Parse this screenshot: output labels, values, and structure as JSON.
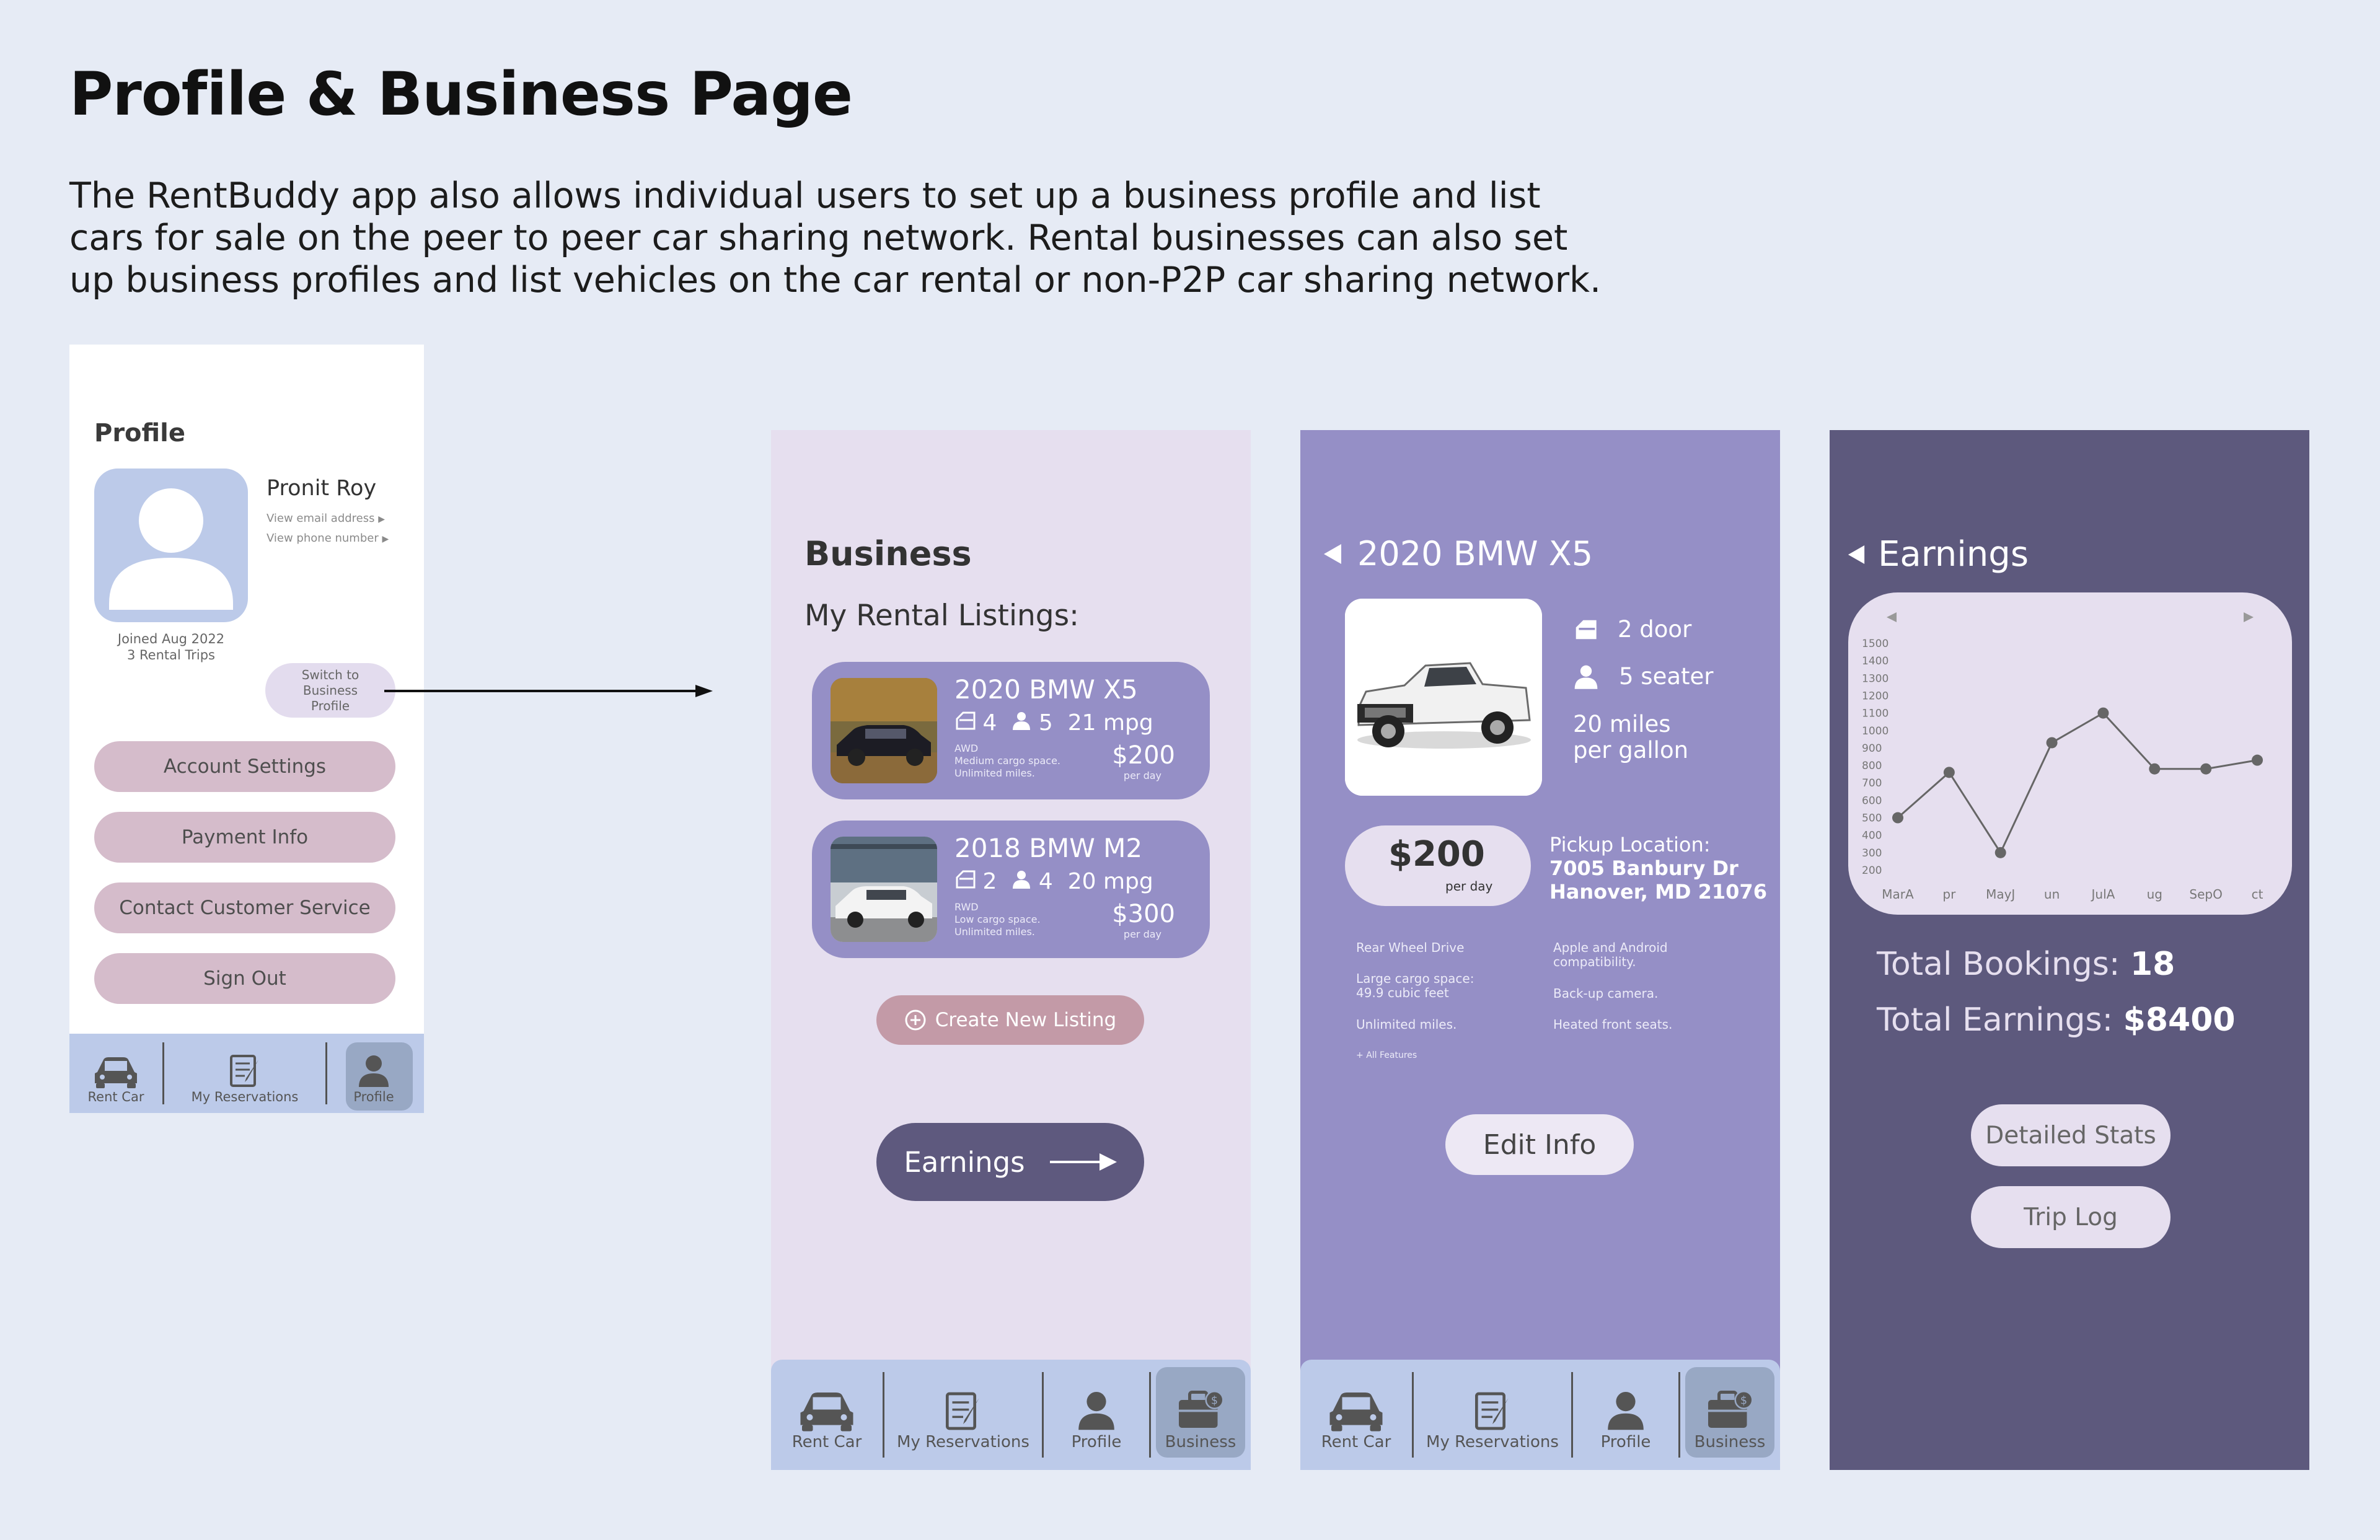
{
  "page": {
    "heading": "Profile & Business Page",
    "intro_lines": [
      "The RentBuddy app also allows individual users to set up a business profile and list",
      "cars for sale on the peer to peer car sharing network. Rental businesses can also set",
      "up business profiles and list vehicles on the car rental or non-P2P car sharing network."
    ]
  },
  "profile_screen": {
    "title": "Profile",
    "user_name": "Pronit Roy",
    "view_email": "View email address",
    "view_phone": "View phone number",
    "joined": "Joined Aug 2022",
    "trips": "3 Rental Trips",
    "switch_lines": [
      "Switch to",
      "Business",
      "Profile"
    ],
    "buttons": [
      "Account Settings",
      "Payment Info",
      "Contact Customer Service",
      "Sign Out"
    ],
    "nav": [
      "Rent Car",
      "My Reservations",
      "Profile"
    ]
  },
  "business_screen": {
    "title": "Business",
    "subtitle": "My Rental Listings:",
    "listings": [
      {
        "name": "2020 BMW X5",
        "doors": "4",
        "seats": "5",
        "mpg": "21 mpg",
        "line1": "AWD",
        "line2": "Medium cargo space.",
        "line3": "Unlimited miles.",
        "price": "$200",
        "per": "per day"
      },
      {
        "name": "2018 BMW M2",
        "doors": "2",
        "seats": "4",
        "mpg": "20 mpg",
        "line1": "RWD",
        "line2": "Low cargo space.",
        "line3": "Unlimited miles.",
        "price": "$300",
        "per": "per day"
      }
    ],
    "create_label": "Create New Listing",
    "earnings_label": "Earnings",
    "nav": [
      "Rent Car",
      "My Reservations",
      "Profile",
      "Business"
    ]
  },
  "car_screen": {
    "title": "2020 BMW X5",
    "doors": "2 door",
    "seats": "5 seater",
    "mpg_line1": "20 miles",
    "mpg_line2": "per gallon",
    "price": "$200",
    "per": "per day",
    "pickup_label": "Pickup Location:",
    "pickup_line1": "7005 Banbury Dr",
    "pickup_line2": "Hanover, MD 21076",
    "features_left": [
      "Rear Wheel Drive",
      "Large cargo space:",
      "49.9 cubic feet",
      "Unlimited miles."
    ],
    "features_right": [
      "Apple and Android",
      "compatibility.",
      "Back-up camera.",
      "Heated front seats."
    ],
    "all_features": "All Features",
    "edit_label": "Edit Info",
    "nav": [
      "Rent Car",
      "My Reservations",
      "Profile",
      "Business"
    ]
  },
  "earnings_screen": {
    "title": "Earnings",
    "bookings_label": "Total Bookings:",
    "bookings_value": "18",
    "earnings_label": "Total Earnings:",
    "earnings_value": "$8400",
    "detailed_label": "Detailed Stats",
    "triplog_label": "Trip Log"
  },
  "chart_data": {
    "type": "line",
    "x": [
      "MarA",
      "pr",
      "MayJ",
      "un",
      "JulA",
      "ug",
      "SepO",
      "ct"
    ],
    "y_ticks": [
      "1500",
      "1400",
      "1300",
      "1200",
      "1100",
      "1000",
      "900",
      "800",
      "700",
      "600",
      "500",
      "400",
      "300",
      "200"
    ],
    "ylim": [
      200,
      1500
    ],
    "series": [
      {
        "values": [
          500,
          760,
          300,
          930,
          1100,
          780,
          780,
          830
        ]
      }
    ],
    "color": "#666666"
  },
  "colors": {
    "background": "#e6ebf5",
    "lavender": "#958fc6",
    "dark_purple": "#5d597d",
    "pink": "#d5bccb",
    "nav_blue": "#bccae9"
  }
}
